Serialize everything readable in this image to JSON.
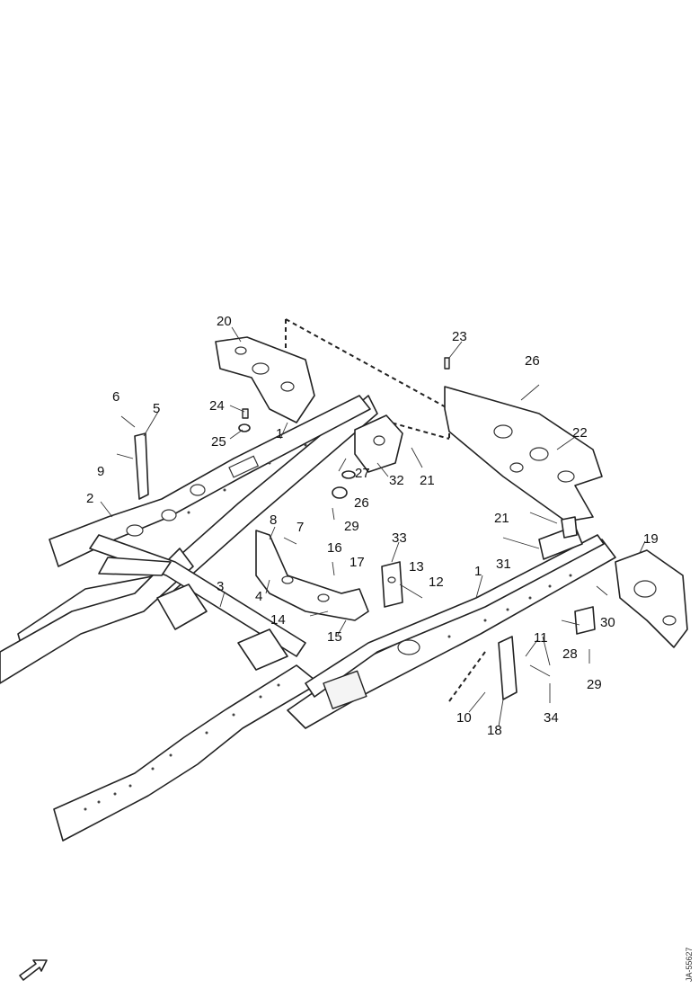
{
  "diagram": {
    "callouts": [
      {
        "id": "c20",
        "text": "20"
      },
      {
        "id": "c23",
        "text": "23"
      },
      {
        "id": "c26a",
        "text": "26"
      },
      {
        "id": "c6a",
        "text": "6"
      },
      {
        "id": "c5",
        "text": "5"
      },
      {
        "id": "c24",
        "text": "24"
      },
      {
        "id": "c25",
        "text": "25"
      },
      {
        "id": "c1a",
        "text": "1"
      },
      {
        "id": "c22",
        "text": "22"
      },
      {
        "id": "c9",
        "text": "9"
      },
      {
        "id": "c27",
        "text": "27"
      },
      {
        "id": "c32",
        "text": "32"
      },
      {
        "id": "c21a",
        "text": "21"
      },
      {
        "id": "c2",
        "text": "2"
      },
      {
        "id": "c26b",
        "text": "26"
      },
      {
        "id": "c29a",
        "text": "29"
      },
      {
        "id": "c21b",
        "text": "21"
      },
      {
        "id": "c8",
        "text": "8"
      },
      {
        "id": "c7",
        "text": "7"
      },
      {
        "id": "c33",
        "text": "33"
      },
      {
        "id": "c19",
        "text": "19"
      },
      {
        "id": "c16",
        "text": "16"
      },
      {
        "id": "c17",
        "text": "17"
      },
      {
        "id": "c31",
        "text": "31"
      },
      {
        "id": "c13",
        "text": "13"
      },
      {
        "id": "c1b",
        "text": "1"
      },
      {
        "id": "c3",
        "text": "3"
      },
      {
        "id": "c12",
        "text": "12"
      },
      {
        "id": "c4",
        "text": "4"
      },
      {
        "id": "c30",
        "text": "30"
      },
      {
        "id": "c14",
        "text": "14"
      },
      {
        "id": "c15",
        "text": "15"
      },
      {
        "id": "c11",
        "text": "11"
      },
      {
        "id": "c28",
        "text": "28"
      },
      {
        "id": "c29b",
        "text": "29"
      },
      {
        "id": "c10",
        "text": "10"
      },
      {
        "id": "c34",
        "text": "34"
      },
      {
        "id": "c18",
        "text": "18"
      }
    ],
    "document_id": "JA-55627"
  }
}
